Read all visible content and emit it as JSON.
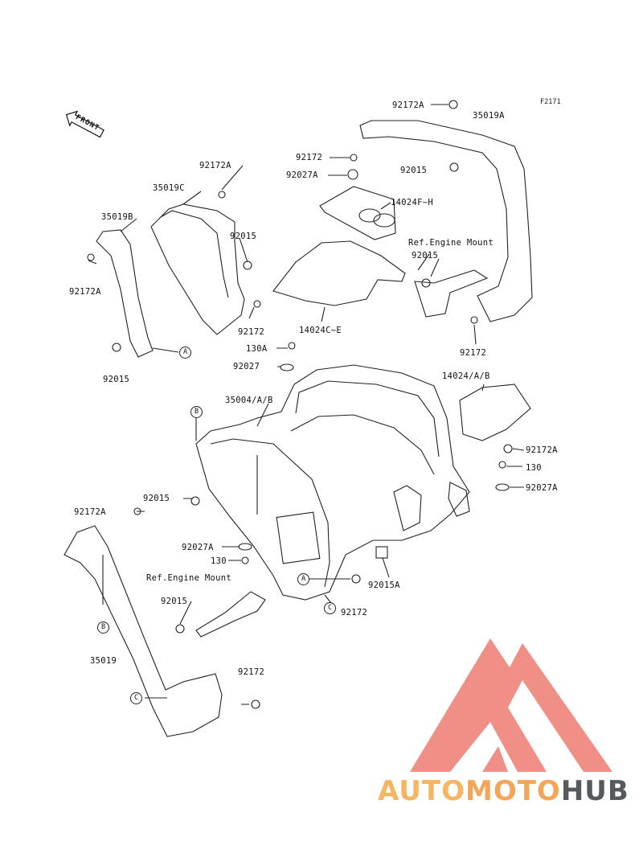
{
  "diagram_code": "F2171",
  "front_label": "FRONT",
  "labels": {
    "l92172A_top": "92172A",
    "l35019A": "35019A",
    "l92172_a": "92172",
    "l92027A_a": "92027A",
    "l92015_a": "92015",
    "l14024F": "14024F~H",
    "l92172A_b": "92172A",
    "l35019C": "35019C",
    "l35019B": "35019B",
    "l92015_b": "92015",
    "l92172A_c": "92172A",
    "l92172_b": "92172",
    "l92015_c": "92015",
    "lRefEngine_a": "Ref.Engine Mount",
    "l92015_d": "92015",
    "l14024C": "14024C~E",
    "l130A": "130A",
    "l92027": "92027",
    "l92172_c": "92172",
    "l14024AB": "14024/A/B",
    "l35004": "35004/A/B",
    "l92172A_d": "92172A",
    "l130_a": "130",
    "l92027A_b": "92027A",
    "l92015_e": "92015",
    "l92172A_e": "92172A",
    "l92027A_c": "92027A",
    "l130_b": "130",
    "lRefEngine_b": "Ref.Engine Mount",
    "l92015A": "92015A",
    "l92015_f": "92015",
    "l92172_d": "92172",
    "l35019": "35019",
    "l92172_e": "92172"
  },
  "callouts": {
    "A1": "A",
    "A2": "A",
    "B1": "B",
    "B2": "B",
    "C1": "C",
    "C2": "C"
  },
  "watermark": {
    "part1": "AUTO",
    "part2": "MOTO",
    "part3": "HUB"
  },
  "colors": {
    "line": "#222222",
    "watermark_red": "#f08f86",
    "watermark_orange": "#f5b562",
    "watermark_gray": "#555a5e"
  }
}
